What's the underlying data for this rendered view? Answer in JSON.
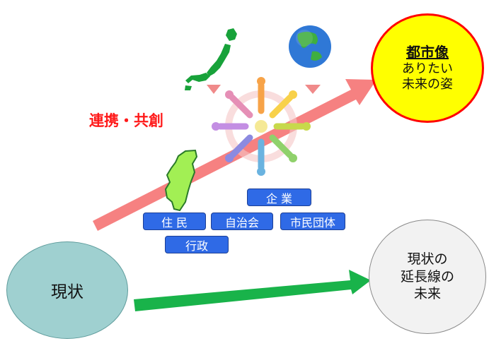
{
  "goal": {
    "title": "都市像",
    "line1": "ありたい",
    "line2": "未来の姿"
  },
  "current": {
    "label": "現状"
  },
  "extension": {
    "line1": "現状の",
    "line2": "延長線の",
    "line3": "未来"
  },
  "collaboration": {
    "label": "連携・共創"
  },
  "stakeholders": {
    "company": "企 業",
    "residents": "住 民",
    "neighborhood_association": "自治会",
    "civic_groups": "市民団体",
    "government": "行政"
  },
  "colors": {
    "goal_fill": "#ffff00",
    "goal_border": "#ff0000",
    "current_fill": "#9fd0d0",
    "extension_fill": "#f2f2f2",
    "red_arrow": "#f57a7a",
    "green_arrow": "#19b34a",
    "tag_fill": "#2f6ae6",
    "collab_text": "#ff1a1a"
  }
}
